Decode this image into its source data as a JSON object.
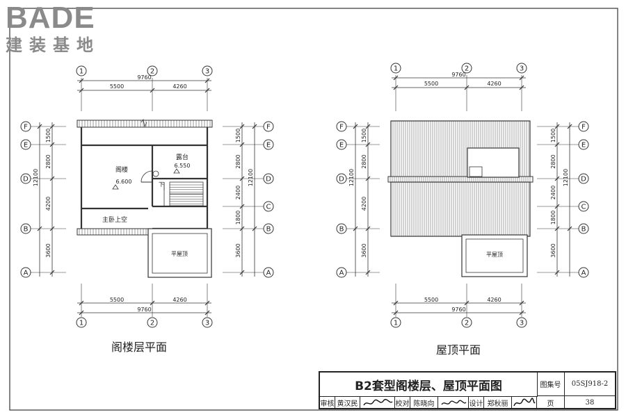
{
  "logo": {
    "main": "BADE",
    "sub": "建装基地"
  },
  "plan_left": {
    "title": "阁楼层平面",
    "rooms": {
      "attic": "阁楼",
      "attic_elev": "6.600",
      "terrace": "露台",
      "terrace_elev": "6.550",
      "void": "主卧上空",
      "flat_roof": "平屋顶",
      "down": "下"
    }
  },
  "plan_right": {
    "title": "屋顶平面",
    "rooms": {
      "flat_roof": "平屋顶"
    }
  },
  "grid": {
    "cols": [
      "1",
      "2",
      "3"
    ],
    "rows": [
      "F",
      "E",
      "D",
      "C",
      "B",
      "A"
    ],
    "dims_x": [
      "5500",
      "4260"
    ],
    "total_x": "9760",
    "dims_y_left": [
      "1500",
      "2800",
      "4200",
      "3600"
    ],
    "dims_y_right": [
      "1500",
      "2800",
      "2400",
      "1800",
      "3600"
    ],
    "total_y": "12100"
  },
  "titleblock": {
    "title": "B2套型阁楼层、屋顶平面图",
    "atlas_label": "图集号",
    "atlas_no": "05SJ918-2",
    "review_label": "审核",
    "reviewer": "黄汉民",
    "check_label": "校对",
    "checker": "陈晓向",
    "design_label": "设计",
    "designer": "郑秋丽",
    "page_label": "页",
    "page_no": "38"
  }
}
